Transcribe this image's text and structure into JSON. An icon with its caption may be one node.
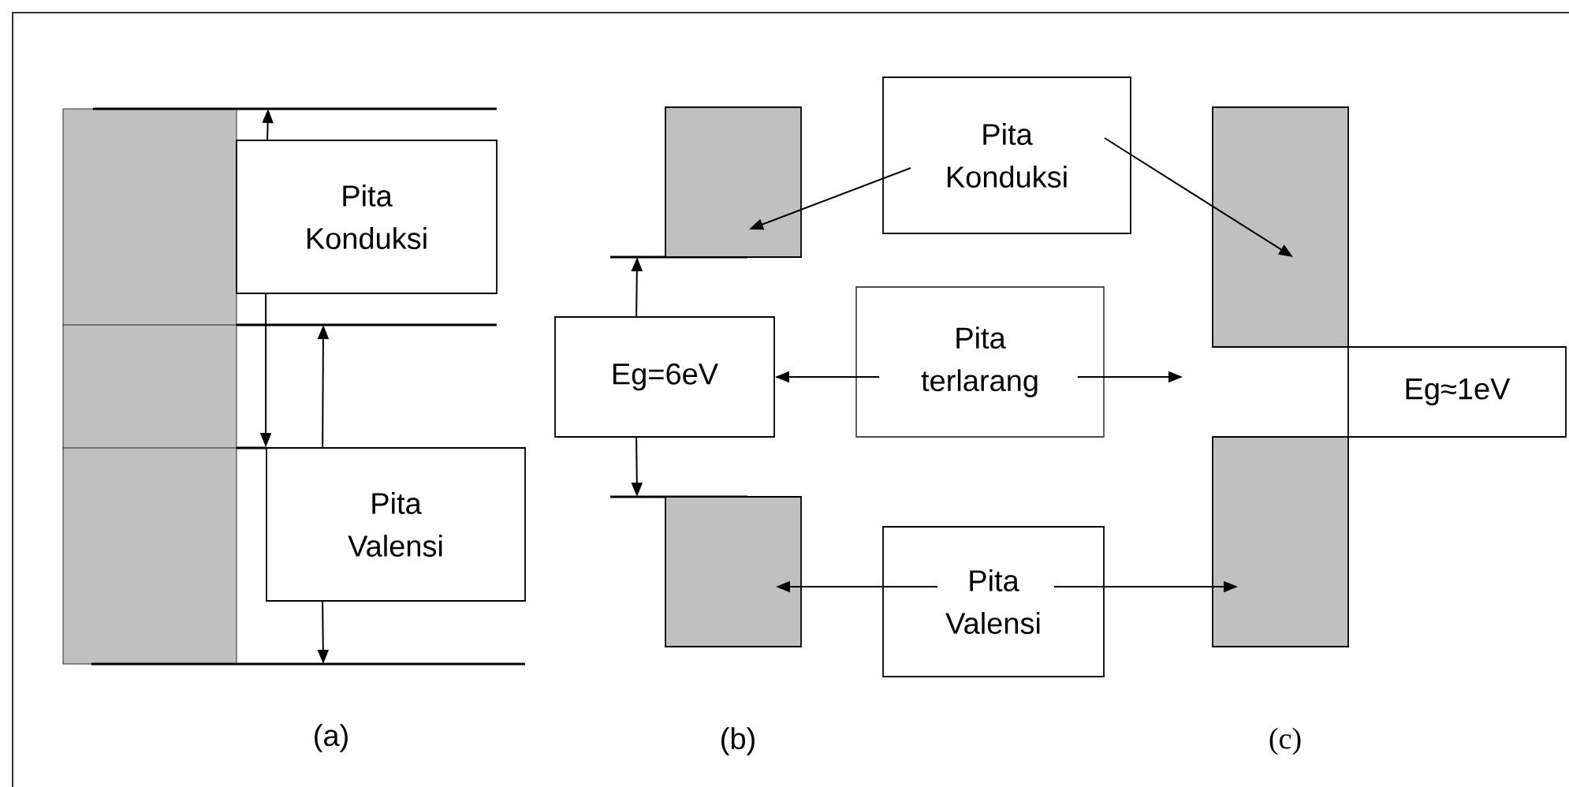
{
  "diagram": {
    "nodes": [
      {
        "text": [
          "Pita Konduksi"
        ]
      },
      {
        "text": [
          "Pita Valensi"
        ]
      },
      {
        "text": [],
        "shape": "box"
      },
      {
        "text": [
          "Pita Konduksi"
        ]
      },
      {
        "text": [],
        "shape": "box"
      },
      {
        "text": [
          "Eg=6eV"
        ]
      },
      {
        "text": [
          "Pita terlarang"
        ]
      },
      {
        "text": [
          "Eg≈1eV"
        ]
      },
      {
        "text": [],
        "shape": "box"
      },
      {
        "text": [
          "Pita Valensi"
        ]
      },
      {
        "text": [],
        "shape": "box"
      }
    ],
    "edges": [
      {
        "from": 0,
        "to": null,
        "arrow": "to"
      },
      {
        "from": 0,
        "to": 1,
        "arrow": "to"
      },
      {
        "from": 1,
        "to": null,
        "arrow": "to"
      },
      {
        "from": 1,
        "to": null,
        "arrow": "to"
      },
      {
        "from": 5,
        "to": null,
        "arrow": "to"
      },
      {
        "from": 5,
        "to": null,
        "arrow": "to"
      },
      {
        "from": 3,
        "to": 2,
        "arrow": "to"
      },
      {
        "from": 3,
        "to": 4,
        "arrow": "to"
      },
      {
        "from": 6,
        "to": 5,
        "arrow": "to"
      },
      {
        "from": 6,
        "to": null,
        "arrow": "to"
      },
      {
        "from": 9,
        "to": 8,
        "arrow": "to"
      },
      {
        "from": 9,
        "to": 10,
        "arrow": "to"
      }
    ],
    "labels": [
      "(a)",
      "(b)",
      "(c)"
    ]
  }
}
